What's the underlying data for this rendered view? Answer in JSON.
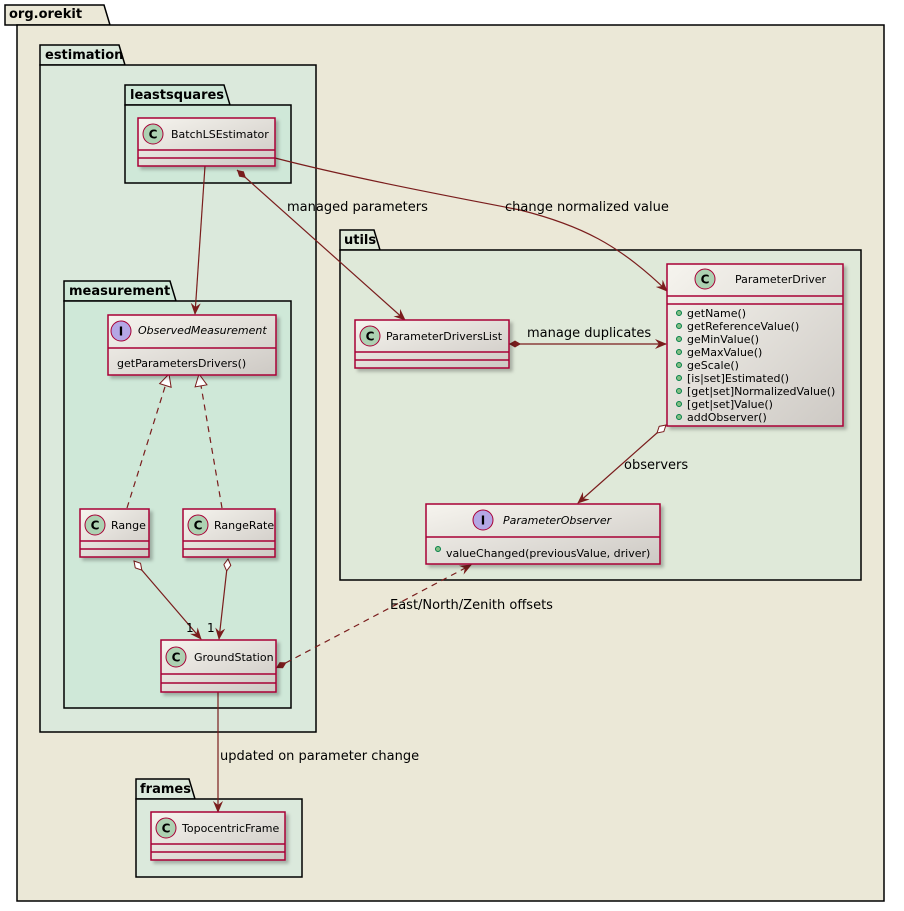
{
  "packages": {
    "root": "org.orekit",
    "estimation": "estimation",
    "leastsquares": "leastsquares",
    "measurement": "measurement",
    "utils": "utils",
    "frames": "frames"
  },
  "classes": {
    "batch": {
      "name": "BatchLSEstimator",
      "spot": "C"
    },
    "observed": {
      "name": "ObservedMeasurement",
      "spot": "I",
      "method": "getParametersDrivers()"
    },
    "range": {
      "name": "Range",
      "spot": "C"
    },
    "rangerate": {
      "name": "RangeRate",
      "spot": "C"
    },
    "ground": {
      "name": "GroundStation",
      "spot": "C"
    },
    "pdlist": {
      "name": "ParameterDriversList",
      "spot": "C"
    },
    "pdriver": {
      "name": "ParameterDriver",
      "spot": "C",
      "methods": [
        "getName()",
        "getReferenceValue()",
        "geMinValue()",
        "geMaxValue()",
        "geScale()",
        "[is|set]Estimated()",
        "[get|set]NormalizedValue()",
        "[get|set]Value()",
        "addObserver()"
      ]
    },
    "pobserver": {
      "name": "ParameterObserver",
      "spot": "I",
      "method": "valueChanged(previousValue, driver)"
    },
    "topo": {
      "name": "TopocentricFrame",
      "spot": "C"
    }
  },
  "labels": {
    "managed_parameters": "managed parameters",
    "change_normalized": "change normalized value",
    "manage_duplicates": "manage duplicates",
    "observers": "observers",
    "offsets": "East/North/Zenith offsets",
    "updated": "updated on parameter change",
    "mult_range": "1",
    "mult_rangerate": "1"
  },
  "colors": {
    "root_fill": "#ebe8d7",
    "estimation_fill": "#dbe9dc",
    "leastsquares_fill": "#cfe8d8",
    "measurement_fill": "#cfe8d8",
    "utils_fill": "#dfe9d9",
    "frames_fill": "#dbe9dc",
    "class_border": "#a80036",
    "edge": "#7a1d1d"
  }
}
